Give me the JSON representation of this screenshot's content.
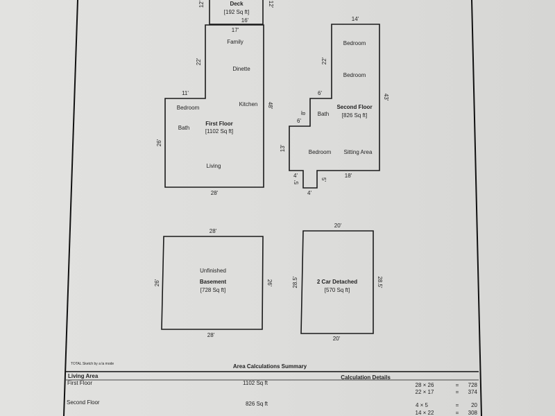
{
  "deck": {
    "label": "Deck",
    "area": "[192 Sq ft]",
    "dim_top_left": "12'",
    "dim_top_right": "12'",
    "dim_bottom": "16'"
  },
  "first_floor": {
    "title": "First Floor",
    "area": "[1102 Sq ft]",
    "rooms": [
      "Family",
      "Dinette",
      "Kitchen",
      "Bedroom",
      "Bath",
      "Living"
    ],
    "dims": {
      "top": "17'",
      "left_upper": "22'",
      "step": "11'",
      "right": "48'",
      "left_lower": "26'",
      "bottom": "28'"
    }
  },
  "second_floor": {
    "title": "Second Floor",
    "area": "[826 Sq ft]",
    "rooms": [
      "Bedroom",
      "Bedroom",
      "Bath",
      "Bedroom",
      "Sitting Area"
    ],
    "dims": {
      "top": "14'",
      "left_upper": "22'",
      "right": "43'",
      "step1": "6'",
      "step2": "8'",
      "step3": "6'",
      "left_lower": "13'",
      "notch_w": "4'",
      "notch_h_left": "5'",
      "notch_h_right": "5'",
      "notch_bottom": "4'",
      "bottom": "18'"
    }
  },
  "basement": {
    "status": "Unfinished",
    "title": "Basement",
    "area": "[728 Sq ft]",
    "dims": {
      "top": "28'",
      "bottom": "28'",
      "left": "26'",
      "right": "26'"
    }
  },
  "garage": {
    "title": "2 Car Detached",
    "area": "[570 Sq ft]",
    "dims": {
      "top": "20'",
      "bottom": "20'",
      "left": "28.5'",
      "right": "28.5'"
    }
  },
  "footer": {
    "credit": "TOTAL Sketch by a la mode",
    "summary_title": "Area Calculations Summary",
    "section_header": "Living Area",
    "details_header": "Calculation Details",
    "rows": [
      {
        "name": "First Floor",
        "area": "1102 Sq ft"
      },
      {
        "name": "Second Floor",
        "area": "826 Sq ft"
      }
    ],
    "calcs": [
      {
        "expr": "28 × 26",
        "eq": "=",
        "result": "728"
      },
      {
        "expr": "22 × 17",
        "eq": "=",
        "result": "374"
      },
      {
        "expr": "4 × 5",
        "eq": "=",
        "result": "20"
      },
      {
        "expr": "14 × 22",
        "eq": "=",
        "result": "308"
      }
    ]
  }
}
